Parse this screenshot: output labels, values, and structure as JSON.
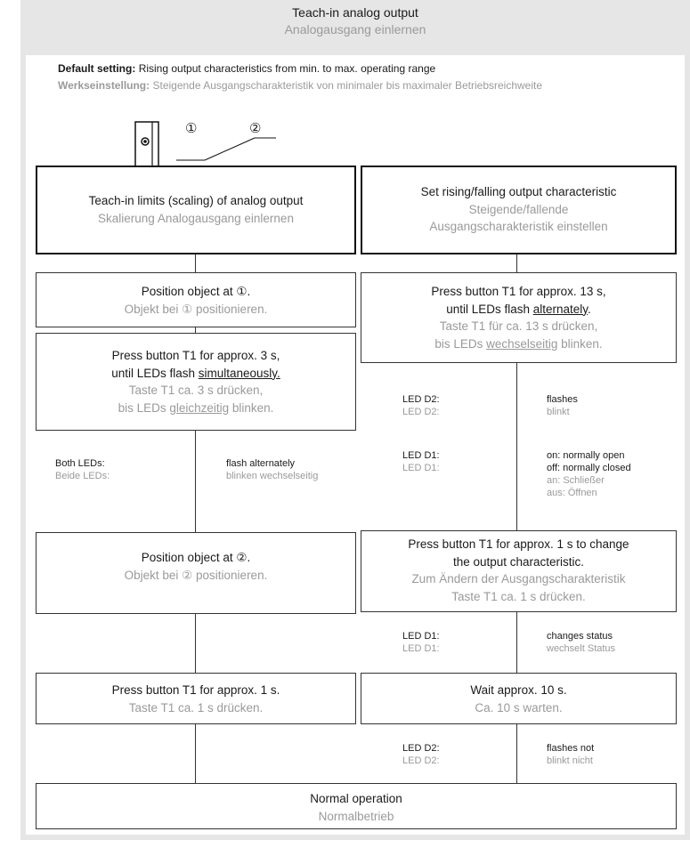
{
  "header": {
    "title": "Teach-in analog output",
    "subtitle": "Analogausgang einlernen"
  },
  "default_setting": {
    "label_en": "Default setting:",
    "text_en": "Rising output characteristics from min. to max. operating range",
    "label_de": "Werkseinstellung:",
    "text_de": "Steigende Ausgangscharakteristik von minimaler bis maximaler Betriebsreichweite"
  },
  "positions": {
    "p1": "①",
    "p2": "②"
  },
  "left": {
    "head": {
      "en": "Teach-in limits (scaling) of analog output",
      "de": "Skalierung Analogausgang einlernen"
    },
    "step1": {
      "en": "Position object at ①.",
      "de": "Objekt bei ① positionieren."
    },
    "step2": {
      "en1": "Press button T1 for approx. 3 s,",
      "en2_pre": "until LEDs flash ",
      "en2_u": "simultaneously.",
      "de1": "Taste T1 ca. 3 s drücken,",
      "de2_pre": "bis LEDs ",
      "de2_u": "gleichzeitig",
      "de2_post": " blinken."
    },
    "leds": {
      "label_en": "Both LEDs:",
      "label_de": "Beide LEDs:",
      "value_en": "flash alternately",
      "value_de": "blinken wechselseitig"
    },
    "step3": {
      "en": "Position object at ②.",
      "de": "Objekt bei ② positionieren."
    },
    "step4": {
      "en": "Press button T1 for approx. 1 s.",
      "de": "Taste T1 ca. 1 s drücken."
    }
  },
  "right": {
    "head": {
      "en": "Set rising/falling output characteristic",
      "de1": "Steigende/fallende",
      "de2": "Ausgangscharakteristik einstellen"
    },
    "step1": {
      "en1": "Press button T1 for approx. 13 s,",
      "en2_pre": "until LEDs flash ",
      "en2_u": "alternately",
      "en2_post": ".",
      "de1": "Taste T1 für ca. 13 s drücken,",
      "de2_pre": "bis LEDs ",
      "de2_u": "wechselseitig",
      "de2_post": " blinken."
    },
    "led_d2": {
      "label_en": "LED D2:",
      "label_de": "LED D2:",
      "value_en": "flashes",
      "value_de": "blinkt"
    },
    "led_d1": {
      "label_en": "LED D1:",
      "label_de": "LED D1:",
      "value_en1": "on: normally open",
      "value_en2": "off: normally closed",
      "value_de1": "an: Schließer",
      "value_de2": "aus: Öffnen"
    },
    "step2": {
      "en1": "Press button T1 for approx. 1 s to change",
      "en2": "the output characteristic.",
      "de1": "Zum Ändern der Ausgangscharakteristik",
      "de2": "Taste T1 ca. 1 s drücken."
    },
    "led_d1b": {
      "label_en": "LED D1:",
      "label_de": "LED D1:",
      "value_en": "changes status",
      "value_de": "wechselt Status"
    },
    "step3": {
      "en": "Wait approx. 10 s.",
      "de": "Ca. 10 s warten."
    },
    "led_d2b": {
      "label_en": "LED D2:",
      "label_de": "LED D2:",
      "value_en": "flashes not",
      "value_de": "blinkt nicht"
    }
  },
  "final": {
    "en": "Normal operation",
    "de": "Normalbetrieb"
  }
}
